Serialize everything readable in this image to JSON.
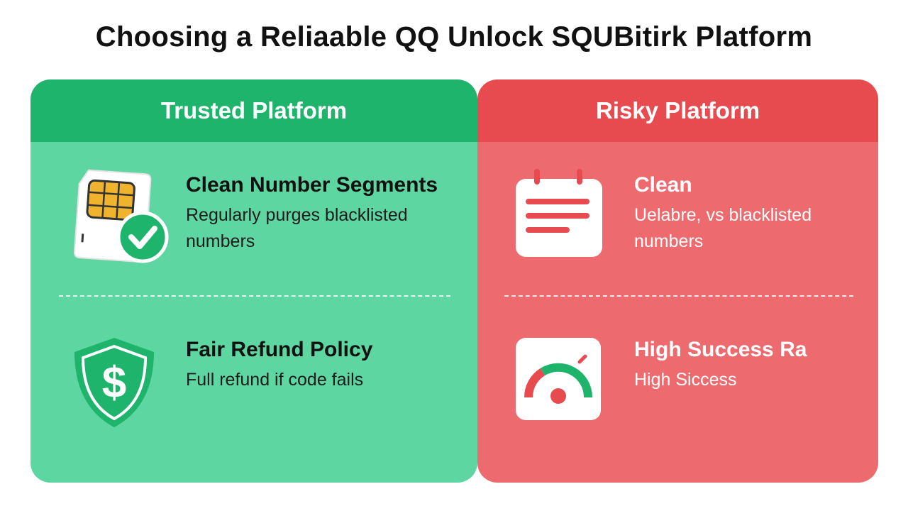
{
  "title": "Choosing a Reliaable QQ Unlock SQUBitirk Platform",
  "colors": {
    "trusted_header": "#1fb46c",
    "trusted_body": "#5ed6a2",
    "risky_header": "#e84b4f",
    "risky_body": "#ed6b6e"
  },
  "trusted": {
    "header": "Trusted Platform",
    "items": [
      {
        "icon": "sim-card-check-icon",
        "title": "Clean Number Segments",
        "desc_line1": "Regularly purges blacklisted",
        "desc_line2": "numbers"
      },
      {
        "icon": "shield-dollar-icon",
        "title": "Fair Refund Policy",
        "desc_line1": "Full refund if code fails"
      }
    ]
  },
  "risky": {
    "header": "Risky Platform",
    "items": [
      {
        "icon": "calendar-list-icon",
        "title": "Clean",
        "desc_line1": "Uelabre, vs blacklisted",
        "desc_line2": "numbers"
      },
      {
        "icon": "gauge-icon",
        "title": "High Success Ra",
        "desc_line1": "High Siccess"
      }
    ]
  }
}
